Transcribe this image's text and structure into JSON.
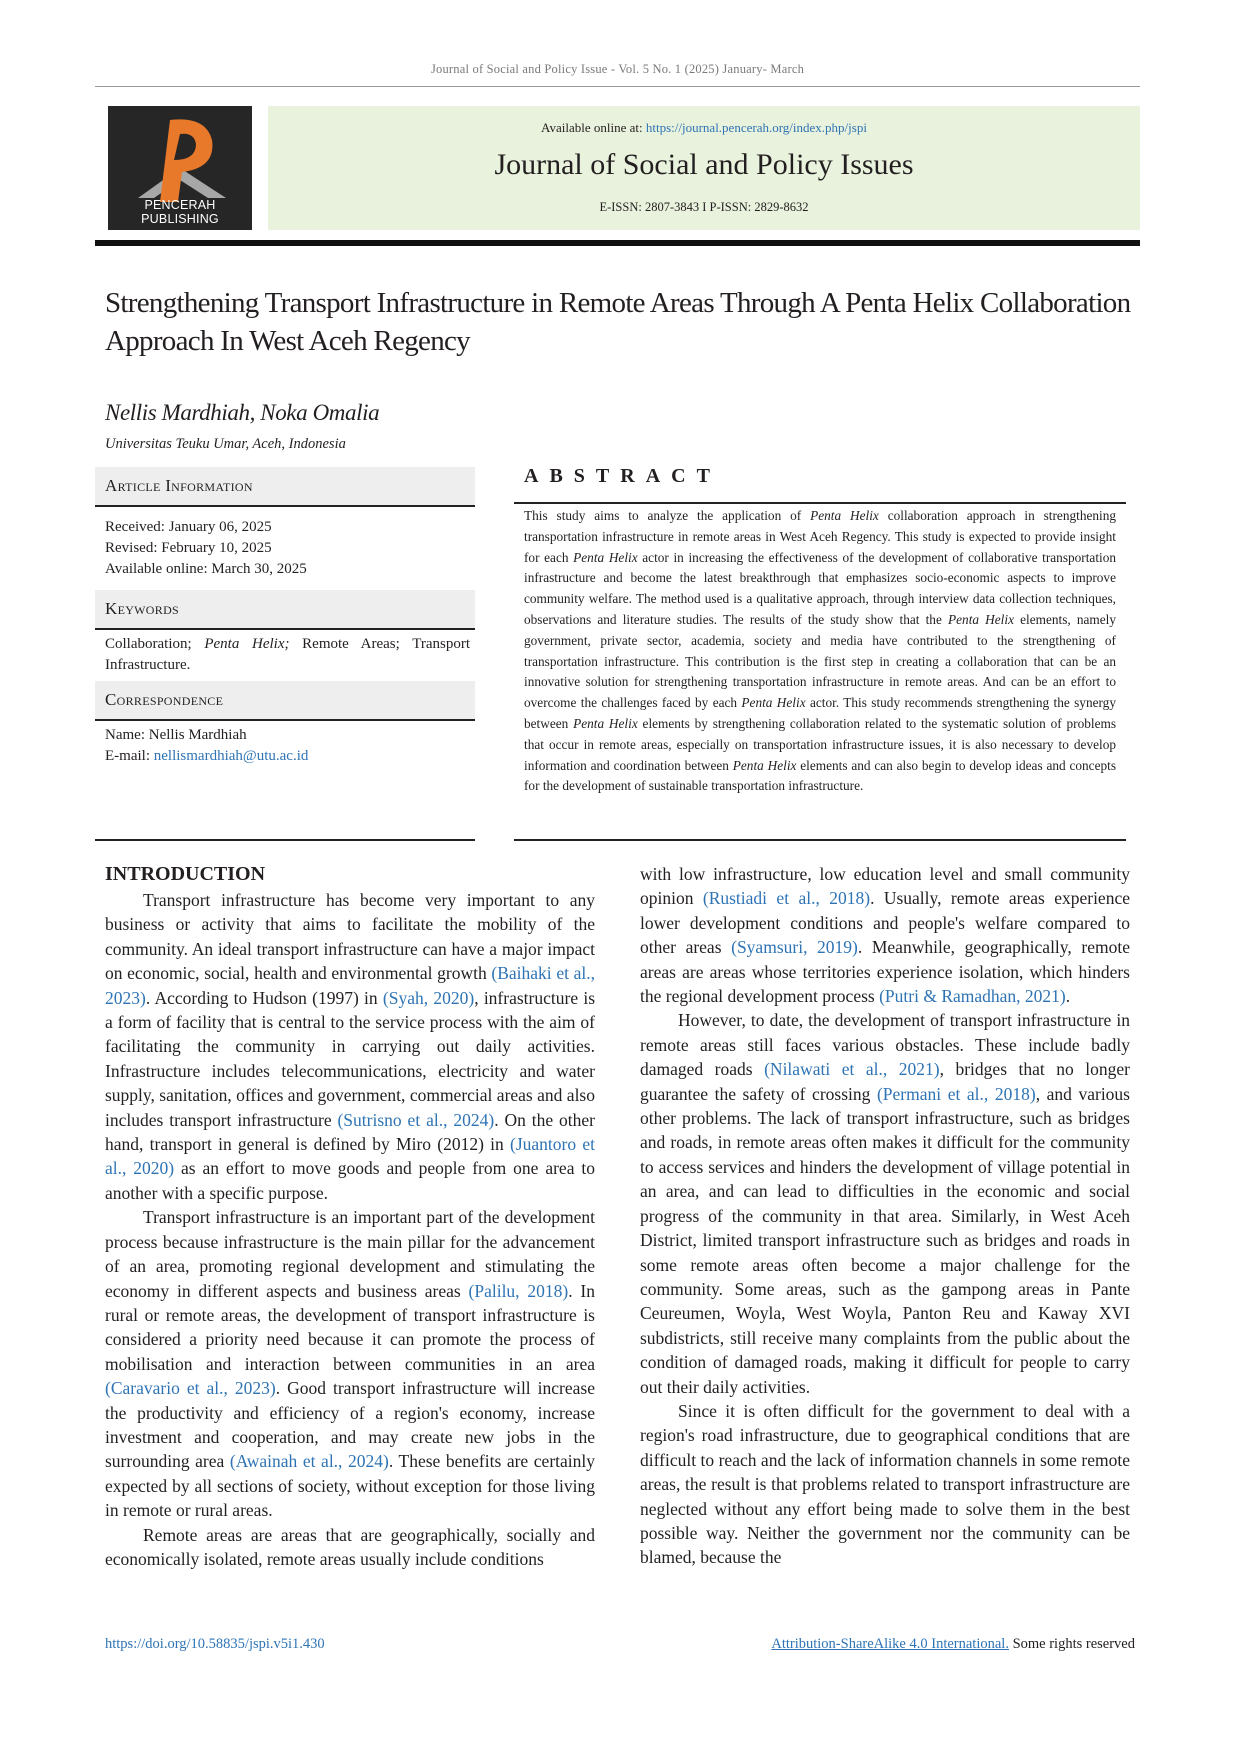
{
  "running_header": "Journal of Social and Policy Issue - Vol. 5 No. 1 (2025) January- March",
  "logo": {
    "caption": "PENCERAH PUBLISHING",
    "letter": "P",
    "accent_color": "#e8782a"
  },
  "masthead": {
    "available_label": "Available online at: ",
    "available_url": "https://journal.pencerah.org/index.php/jspi",
    "journal_title": "Journal of Social and Policy Issues",
    "issn": "E-ISSN: 2807-3843  I  P-ISSN: 2829-8632",
    "banner_color": "#e9f2dc"
  },
  "paper": {
    "title": "Strengthening Transport Infrastructure in Remote Areas Through A Penta Helix Collaboration Approach In West Aceh Regency",
    "authors": "Nellis Mardhiah, Noka Omalia",
    "affiliation": "Universitas Teuku Umar, Aceh, Indonesia"
  },
  "article_info": {
    "heading": "Article Information",
    "received": "Received: January 06, 2025",
    "revised": "Revised: February 10, 2025",
    "available": "Available online: March 30, 2025"
  },
  "keywords": {
    "heading": "Keywords",
    "k1": "Collaboration; ",
    "k2": "Penta Helix;",
    "k3": " Remote Areas; Transport Infrastructure."
  },
  "correspondence": {
    "heading": "Correspondence",
    "name": "Name: Nellis Mardhiah",
    "email_label": "E-mail: ",
    "email": "nellismardhiah@utu.ac.id"
  },
  "abstract": {
    "heading": "ABSTRACT",
    "s1": "This study aims to analyze the application of ",
    "s2": " collaboration approach in strengthening transportation infrastructure in remote areas in West Aceh Regency. This study is expected to provide insight for each ",
    "s3": " actor in increasing the effectiveness of the development of collaborative transportation infrastructure and become the latest breakthrough that emphasizes socio-economic aspects to improve community welfare. The method used is a qualitative approach, through interview data collection techniques, observations and literature studies. The results of the study show that the ",
    "s4": " elements, namely government, private sector, academia, society and media have contributed to the strengthening of transportation infrastructure. This contribution is the first step in creating a collaboration that can be an innovative solution for strengthening transportation infrastructure in remote areas. And can be an effort to overcome the challenges faced by each ",
    "s5": " actor. This study recommends strengthening the synergy between ",
    "s6": " elements by strengthening collaboration related to the systematic solution of problems that occur in remote areas, especially on transportation infrastructure issues, it is also necessary to develop information and coordination between ",
    "s7": " elements and can also begin to develop ideas and concepts for the development of sustainable transportation infrastructure.",
    "term": "Penta Helix"
  },
  "intro": {
    "heading": "INTRODUCTION",
    "p1a": "Transport infrastructure has become very important to any business or activity that aims to facilitate the mobility of the community. An ideal transport infrastructure can have a major impact on economic, social, health and environmental growth ",
    "p1c1": "(Baihaki et al., 2023)",
    "p1b": ". According to Hudson (1997) in ",
    "p1c2": "(Syah, 2020)",
    "p1c": ", infrastructure is a form of facility that is central to the service process with the aim of facilitating the community in carrying out daily activities. Infrastructure includes telecommunications, electricity and water supply, sanitation, offices and government, commercial areas and also includes transport infrastructure ",
    "p1c3": "(Sutrisno et al., 2024)",
    "p1d": ".  On the other hand, transport in general is defined by Miro (2012) in ",
    "p1c4": "(Juantoro et al., 2020)",
    "p1e": " as an effort to move goods and people from one area to another with a specific purpose.",
    "p2a": "Transport infrastructure is an important part of the development process because infrastructure is the main pillar for the advancement of an area, promoting regional development and stimulating the economy in different aspects and business areas ",
    "p2c1": "(Palilu, 2018)",
    "p2b": ".  In rural or remote areas, the development of transport infrastructure is considered a priority need because it can promote the process of mobilisation and interaction between communities in an area ",
    "p2c2": "(Caravario et al., 2023)",
    "p2c": ". Good transport infrastructure will increase the productivity and efficiency of a region's economy, increase investment and cooperation, and may create new jobs in the surrounding area ",
    "p2c3": "(Awainah et al., 2024)",
    "p2d": ". These benefits are certainly expected by all sections of society, without exception for those living in remote or rural areas.",
    "p3": "Remote areas are areas that are geographically, socially and economically isolated, remote areas usually include conditions",
    "r1a": "with low infrastructure, low education level and small community opinion ",
    "r1c1": "(Rustiadi et al., 2018)",
    "r1b": ". Usually, remote areas experience lower development conditions and people's welfare compared to other areas ",
    "r1c2": "(Syamsuri, 2019)",
    "r1c": ". Meanwhile, geographically, remote areas are areas whose territories experience isolation, which hinders the regional development process ",
    "r1c3": "(Putri & Ramadhan, 2021)",
    "r1d": ".",
    "r2a": "However, to date, the development of transport infrastructure in remote areas still faces various obstacles. These include badly damaged roads ",
    "r2c1": "(Nilawati et al., 2021)",
    "r2b": ", bridges that no longer guarantee the safety of crossing ",
    "r2c2": "(Permani et al., 2018)",
    "r2c": ", and various other problems. The lack of transport infrastructure, such as bridges and roads, in remote areas often makes it difficult for the community to access services and hinders the development of village potential in an area, and can lead to difficulties in the economic and social progress of the community in that area. Similarly, in West Aceh District, limited transport infrastructure such as bridges and roads in some remote areas often become a major challenge for the community. Some areas, such as the gampong areas in Pante Ceureumen, Woyla, West Woyla, Panton Reu and Kaway XVI subdistricts, still receive many complaints from the public about the condition of damaged roads, making it difficult for people to carry out their daily activities.",
    "r3": "Since it is often difficult for the government to deal with a region's road infrastructure, due to geographical conditions that are difficult to reach and the lack of information channels in some remote areas, the result is that problems related to transport infrastructure are neglected without any effort being made to solve them in the best possible way. Neither the government nor the community can be blamed, because the"
  },
  "footer": {
    "doi": "https://doi.org/10.58835/jspi.v5i1.430",
    "license": "Attribution-ShareAlike 4.0 International.",
    "rights": " Some rights reserved"
  }
}
